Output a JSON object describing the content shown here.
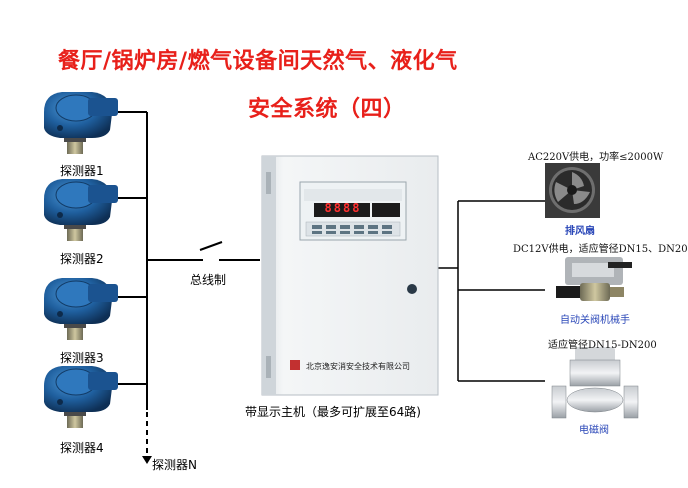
{
  "title": {
    "line1": "餐厅/锅炉房/燃气设备间天然气、液化气",
    "line2": "安全系统（四）"
  },
  "detectors": [
    {
      "label": "探测器1"
    },
    {
      "label": "探测器2"
    },
    {
      "label": "探测器3"
    },
    {
      "label": "探测器4"
    }
  ],
  "detector_n": "探测器N",
  "bus_label": "总线制",
  "host": {
    "caption": "带显示主机（最多可扩展至64路)",
    "display_digits": "8888",
    "company": "北京逸安消安全技术有限公司"
  },
  "outputs": {
    "fan": {
      "spec": "AC220V供电，功率≤2000W",
      "name": "排风扇"
    },
    "valve_manip": {
      "spec": "DC12V供电，适应管径DN15、DN20",
      "name": "自动关阀机械手"
    },
    "solenoid": {
      "spec": "适应管径DN15-DN200",
      "name": "电磁阀"
    }
  },
  "colors": {
    "title": "#e8201a",
    "detector_blue": "#1f5f9e",
    "caption_blue": "#2a47b8",
    "panel": "#eef1f3",
    "lcd": "#b41414"
  }
}
